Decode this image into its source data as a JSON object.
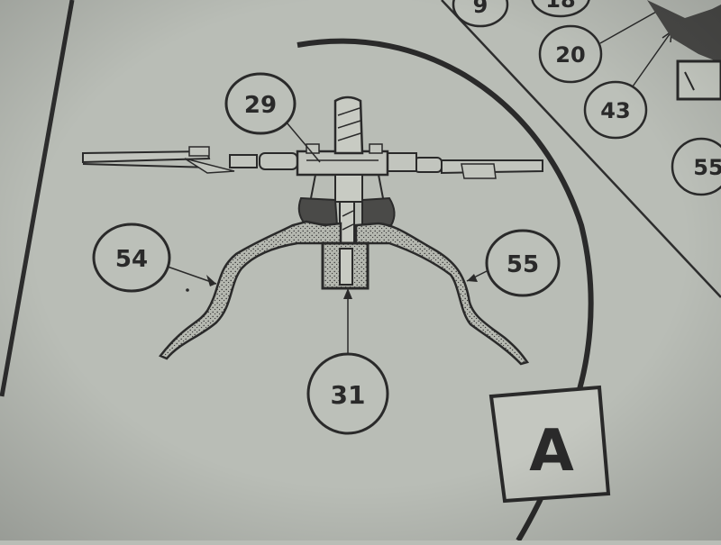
{
  "callouts": {
    "c9": "9",
    "c18": "18",
    "c20": "20",
    "c43": "43",
    "c55_edge": "55",
    "c29": "29",
    "c54": "54",
    "c55": "55",
    "c31": "31"
  },
  "section_label": "A",
  "colors": {
    "paper": "#b9bdb6",
    "ink": "#2a2a2a",
    "stipple": "#3a3a3a"
  }
}
